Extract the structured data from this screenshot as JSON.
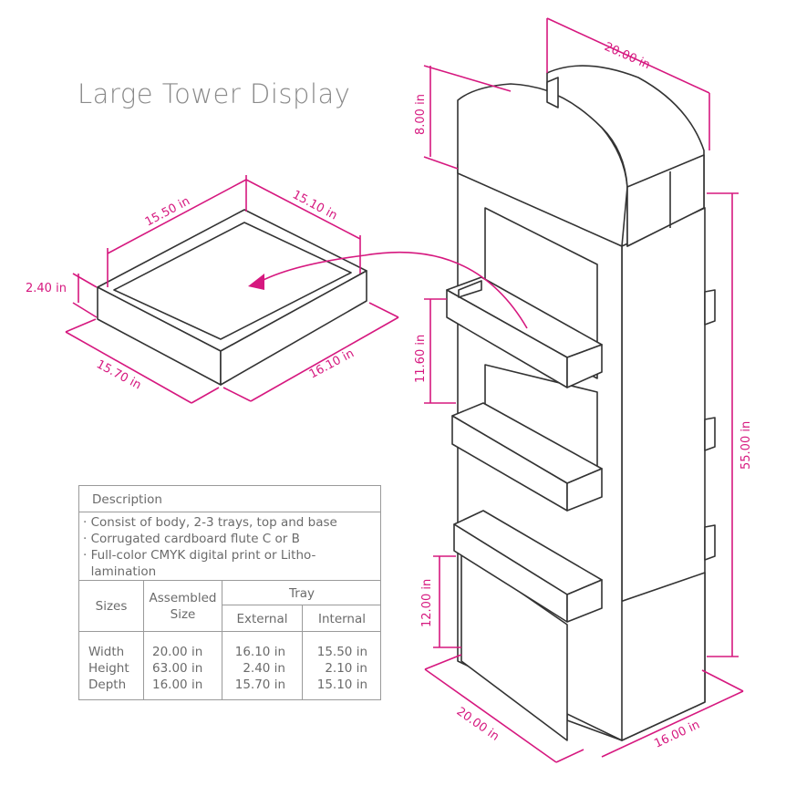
{
  "title": "Large Tower Display",
  "dimensions": {
    "tower_width_top": "20.00 in",
    "tower_header_height": "8.00 in",
    "tower_height": "55.00 in",
    "tray_spacing": "11.60 in",
    "base_height": "12.00 in",
    "base_front": "20.00 in",
    "base_side": "16.00 in",
    "tray_internal_width": "15.50 in",
    "tray_internal_depth": "15.10 in",
    "tray_height": "2.40 in",
    "tray_external_depth": "15.70 in",
    "tray_external_width": "16.10 in"
  },
  "spec_table": {
    "description_header": "Description",
    "description_lines": [
      "· Consist of body, 2-3 trays, top and base",
      "· Corrugated cardboard flute C or B",
      "· Full-color CMYK digital print or Litho-",
      "  lamination"
    ],
    "col_sizes": "Sizes",
    "col_assembled_line1": "Assembled",
    "col_assembled_line2": "Size",
    "col_tray": "Tray",
    "col_external": "External",
    "col_internal": "Internal",
    "rows": {
      "labels": [
        "Width",
        "Height",
        "Depth"
      ],
      "assembled": [
        "20.00 in",
        "63.00 in",
        "16.00 in"
      ],
      "external": [
        "16.10 in",
        "2.40 in",
        "15.70 in"
      ],
      "internal": [
        "15.50 in",
        "2.10 in",
        "15.10 in"
      ]
    }
  },
  "colors": {
    "accent": "#d6187f",
    "line": "#333333",
    "text_gray": "#8a8a8a"
  }
}
